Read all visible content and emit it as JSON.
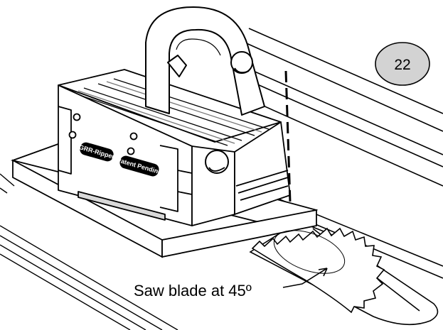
{
  "figure": {
    "step_number": "22",
    "callout": "Saw blade at 45º",
    "product_text": "GRR-Ripper",
    "patent_text": "Patent Pending",
    "colors": {
      "line": "#000000",
      "fill": "#ffffff",
      "shade": "#d9d9d9",
      "step_badge": "#d3d3d3"
    },
    "icons": [
      "saw-blade",
      "push-block",
      "handle",
      "fence",
      "blade-tilt-arrow"
    ]
  }
}
